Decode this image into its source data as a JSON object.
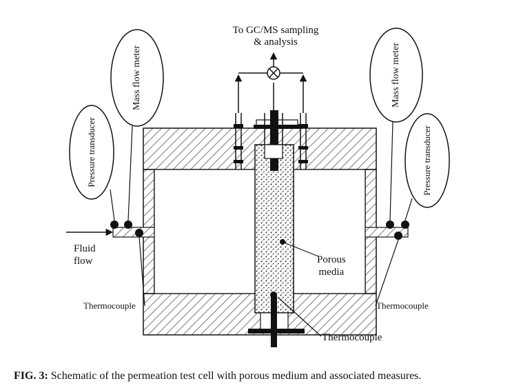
{
  "labels": {
    "gcms_line1": "To GC/MS sampling",
    "gcms_line2": "& analysis",
    "mass_flow_meter_left": "Mass flow meter",
    "mass_flow_meter_right": "Mass flow meter",
    "pressure_transducer_left": "Pressure transducer",
    "pressure_transducer_right": "Pressure transducer",
    "fluid_flow_line1": "Fluid",
    "fluid_flow_line2": "flow",
    "porous_media_line1": "Porous",
    "porous_media_line2": "media",
    "thermocouple_left": "Thermocouple",
    "thermocouple_right": "Thermocouple",
    "thermocouple_bottom": "Thermocouple"
  },
  "caption": {
    "prefix": "FIG. 3:",
    "text": " Schematic of the permeation test cell with porous medium and associated measures."
  },
  "colors": {
    "line": "#111111",
    "hatch": "#444444",
    "background": "#ffffff"
  }
}
